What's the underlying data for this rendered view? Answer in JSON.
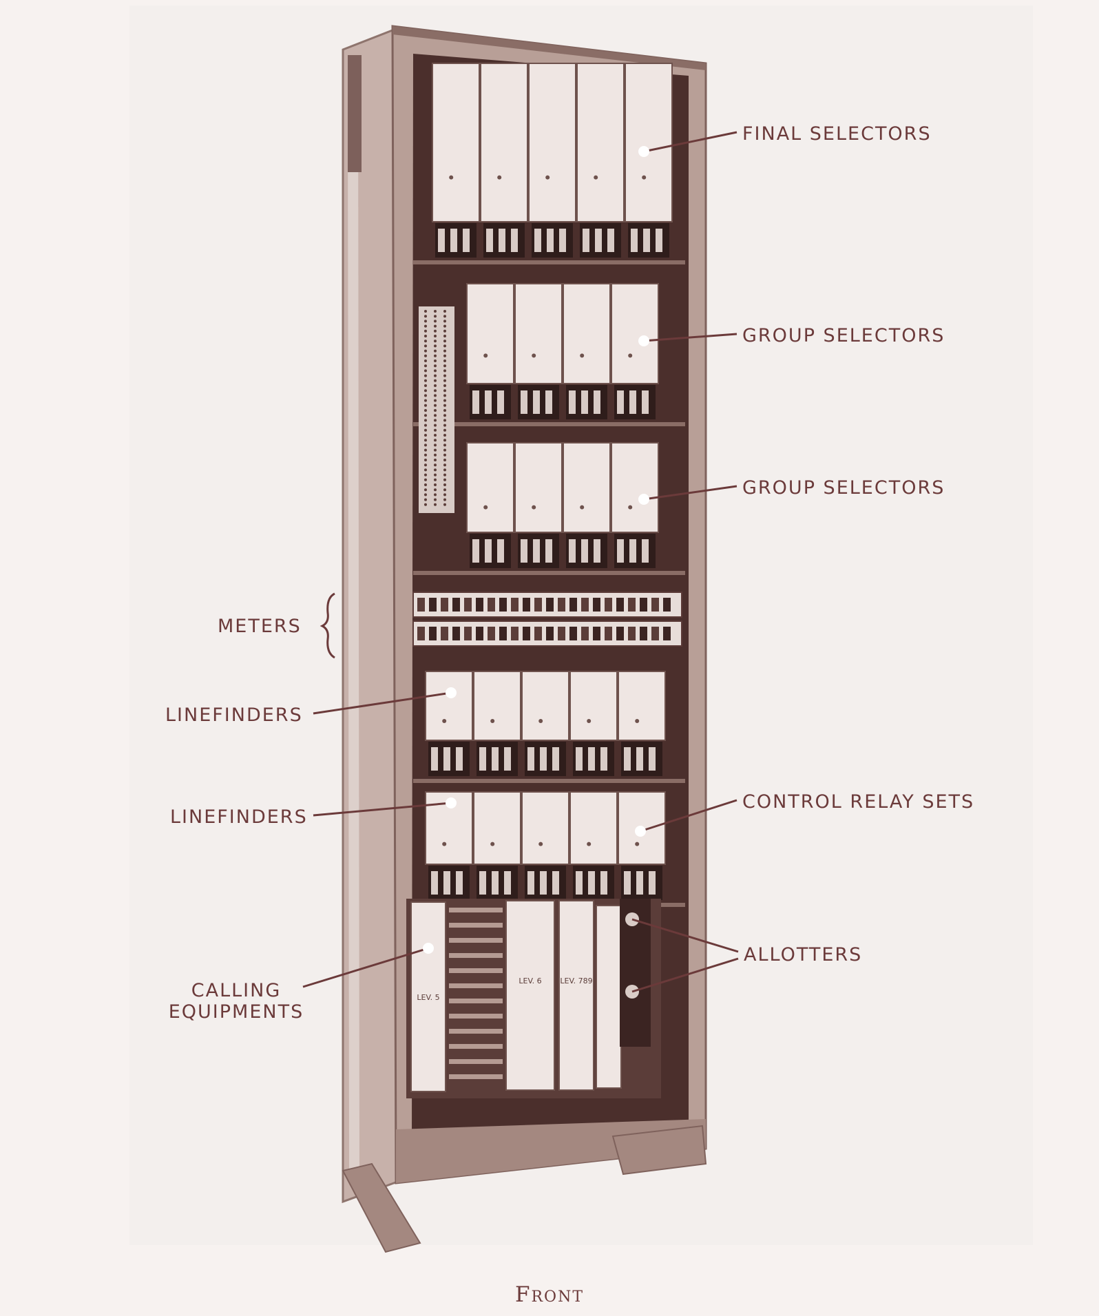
{
  "labels": {
    "final_selectors": "FINAL SELECTORS",
    "group_selectors_1": "GROUP SELECTORS",
    "group_selectors_2": "GROUP SELECTORS",
    "meters": "METERS",
    "linefinders_1": "LINEFINDERS",
    "linefinders_2": "LINEFINDERS",
    "control_relay_sets": "CONTROL RELAY SETS",
    "allotters": "ALLOTTERS",
    "calling_line1": "CALLING",
    "calling_line2": "EQUIPMENTS"
  },
  "equipment_markings": {
    "lev_5": "LEV. 5",
    "lev_6": "LEV. 6",
    "lev_789": "LEV. 789"
  },
  "caption": "Front",
  "colors": {
    "ink": "#6b3a3a",
    "paper": "#f7f2f0",
    "photo_bg": "#f2eeec",
    "cabinet_frame": "#b59b93",
    "cabinet_dark": "#4a2e2c",
    "unit_face": "#efe6e3"
  }
}
